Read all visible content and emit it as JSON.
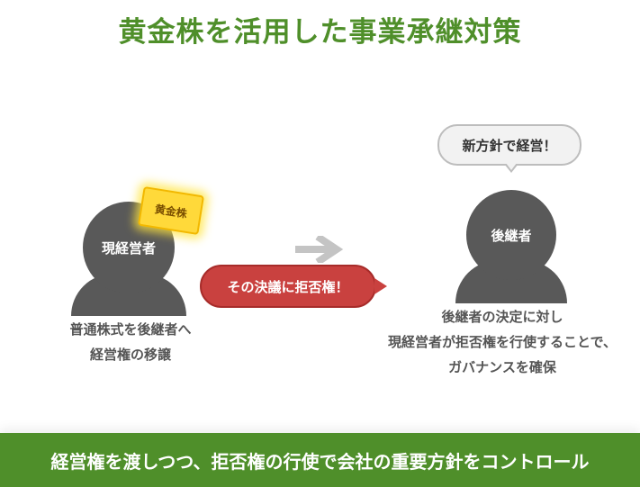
{
  "title": "黄金株を活用した事業承継対策",
  "current_manager": {
    "label": "現経営者",
    "caption_line1": "普通株式を後継者へ",
    "caption_line2": "経営権の移譲"
  },
  "golden_share": {
    "label": "黄金株"
  },
  "veto_bubble": {
    "text": "その決議に拒否権！"
  },
  "successor": {
    "label": "後継者",
    "speech": "新方針で経営！",
    "caption_line1": "後継者の決定に対し",
    "caption_line2": "現経営者が拒否権を行使することで、",
    "caption_line3": "ガバナンスを確保"
  },
  "footer": {
    "text": "経営権を渡しつつ、拒否権の行使で会社の重要方針をコントロール"
  },
  "colors": {
    "title_green": "#4f8f2a",
    "figure_gray": "#595959",
    "veto_red": "#c9413f",
    "gold": "#ffd93a"
  },
  "icons": {
    "arrow": "arrow-right-icon"
  }
}
